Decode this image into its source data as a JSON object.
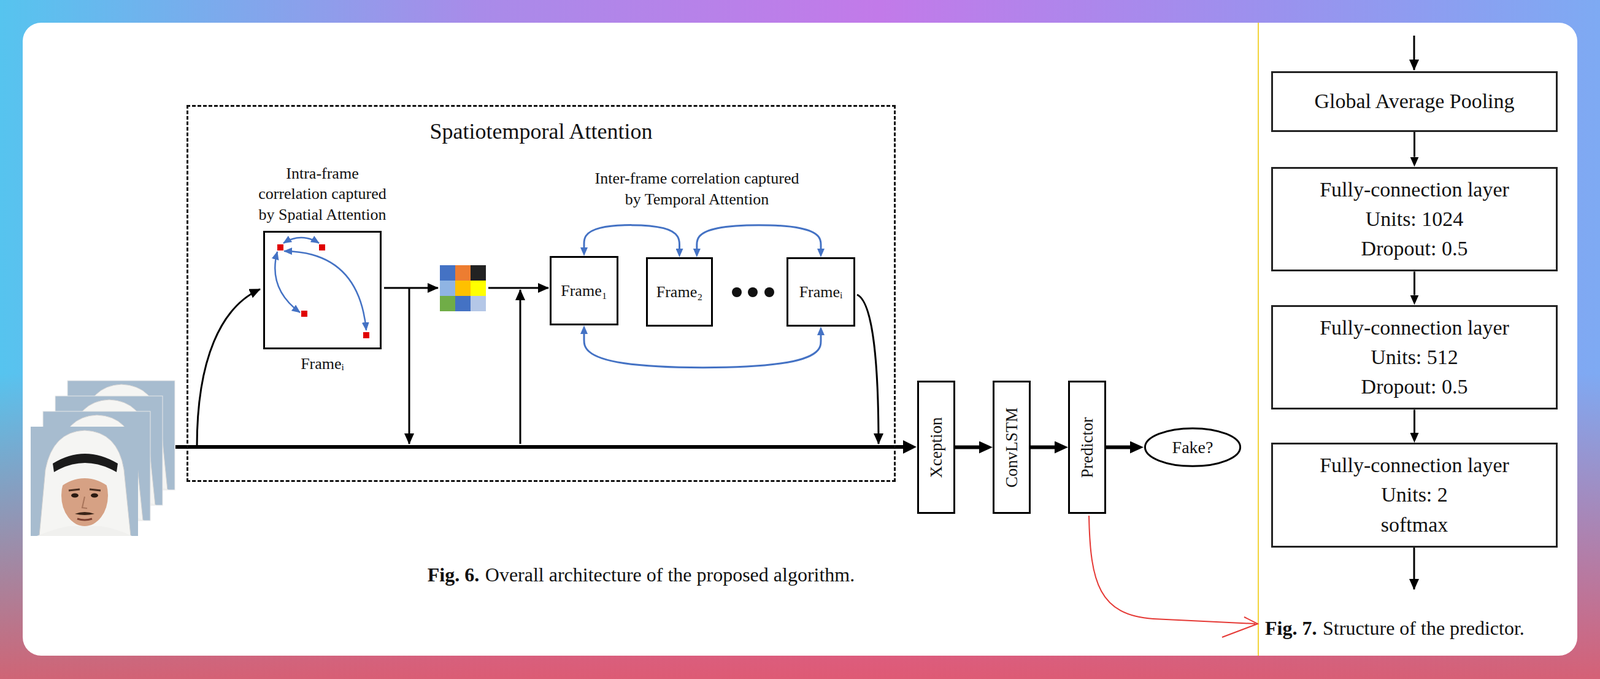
{
  "diagram": {
    "nodes": [
      {
        "text": [
          "Spatiotemporal Attention"
        ]
      },
      {
        "text": [
          "Intra-frame correlation captured by Spatial Attention",
          "Frameᵢ"
        ],
        "in": 0
      },
      {
        "text": [
          "Frame₁"
        ],
        "in": 0
      },
      {
        "text": [
          "Frame₂"
        ],
        "in": 0
      },
      {
        "text": [
          "Frameᵢ"
        ],
        "in": 0
      },
      {
        "text": [
          "Xception"
        ]
      },
      {
        "text": [
          "ConvLSTM"
        ]
      },
      {
        "text": [
          "Predictor"
        ]
      },
      {
        "text": [
          "Fake?"
        ]
      },
      {
        "text": [
          "Global Average Pooling"
        ]
      },
      {
        "text": [
          "Fully-connection layer",
          "Units: 1024",
          "Dropout: 0.5"
        ]
      },
      {
        "text": [
          "Fully-connection layer",
          "Units: 512",
          "Dropout: 0.5"
        ]
      },
      {
        "text": [
          "Fully-connection layer",
          "Units: 2",
          "softmax"
        ]
      }
    ],
    "edges": [
      {
        "from": 2,
        "to": 3,
        "arrow": "both"
      },
      {
        "from": 3,
        "to": 4,
        "arrow": "both"
      },
      {
        "from": 2,
        "to": 4,
        "arrow": "both"
      },
      {
        "from": 5,
        "to": 6,
        "arrow": "to"
      },
      {
        "from": 6,
        "to": 7,
        "arrow": "to"
      },
      {
        "from": 7,
        "to": 8,
        "arrow": "to"
      },
      {
        "from": 9,
        "to": 10,
        "arrow": "to"
      },
      {
        "from": 10,
        "to": 11,
        "arrow": "to"
      },
      {
        "from": 11,
        "to": 12,
        "arrow": "to"
      }
    ],
    "labels": [
      "Inter-frame correlation captured by Temporal Attention",
      "Fig. 6.",
      "Overall architecture of the proposed algorithm.",
      "Fig. 7.",
      "Structure of the predictor."
    ]
  }
}
